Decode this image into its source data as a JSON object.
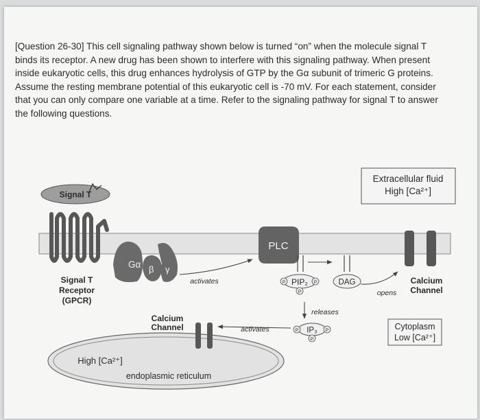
{
  "question": {
    "lines": [
      "[Question 26-30] This cell signaling pathway shown below is turned “on” when the molecule signal T",
      "binds its receptor. A new drug has been shown to interfere with this signaling pathway. When present",
      "inside eukaryotic cells, this drug enhances hydrolysis of GTP by the Gα subunit of trimeric G proteins.",
      "Assume the resting membrane potential of this eukaryotic cell is -70 mV. For each statement, consider",
      "that you can only compare one variable at a time. Refer to the signaling pathway for signal T to answer",
      "the following questions."
    ]
  },
  "diagram": {
    "extracellular": {
      "line1": "Extracellular fluid",
      "line2": "High [Ca²⁺]"
    },
    "signal_label": "Signal T",
    "receptor": {
      "line1": "Signal T",
      "line2": "Receptor",
      "line3": "(GPCR)"
    },
    "g_protein": {
      "alpha": "Gα",
      "beta": "β",
      "gamma": "γ"
    },
    "plc": "PLC",
    "activates_top": "activates",
    "pip2": "PIP₂",
    "dag": "DAG",
    "p": "P",
    "releases": "releases",
    "ip3": "IP₃",
    "opens": "opens",
    "plasma_channel": {
      "line1": "Calcium",
      "line2": "Channel"
    },
    "er_channel": {
      "line1": "Calcium",
      "line2": "Channel"
    },
    "activates_bottom": "activates",
    "cytoplasm": {
      "line1": "Cytoplasm",
      "line2": "Low [Ca²⁺]"
    },
    "er_calcium": "High [Ca²⁺]",
    "er_label": "endoplasmic reticulum"
  },
  "colors": {
    "membrane": "#e3e3e3",
    "protein": "#6a6a6a",
    "plc": "#636363",
    "text": "#2a2a2a"
  }
}
